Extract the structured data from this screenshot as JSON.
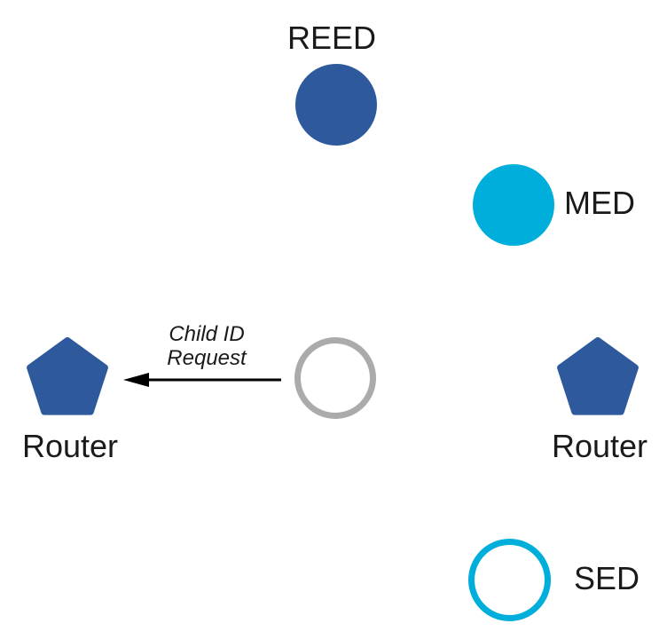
{
  "diagram": {
    "kind": "network-topology",
    "description": "Thread network device roles diagram with a Child ID Request message",
    "nodes": [
      {
        "id": "reed",
        "label": "REED",
        "shape": "circle",
        "style": "filled",
        "color": "#2E5A9D"
      },
      {
        "id": "med",
        "label": "MED",
        "shape": "circle",
        "style": "filled",
        "color": "#00AEDB"
      },
      {
        "id": "router-left",
        "label": "Router",
        "shape": "pentagon",
        "style": "filled",
        "color": "#2E5A9D"
      },
      {
        "id": "joining-device",
        "label": "",
        "shape": "circle",
        "style": "outline",
        "color": "#ABABAB"
      },
      {
        "id": "router-right",
        "label": "Router",
        "shape": "pentagon",
        "style": "filled",
        "color": "#2E5A9D"
      },
      {
        "id": "sed",
        "label": "SED",
        "shape": "circle",
        "style": "outline",
        "color": "#00AEDB"
      }
    ],
    "edges": [
      {
        "from": "joining-device",
        "to": "router-left",
        "label": "Child ID Request",
        "style": "arrow"
      }
    ]
  },
  "labels": {
    "reed": "REED",
    "med": "MED",
    "sed": "SED",
    "router_left": "Router",
    "router_right": "Router",
    "arrow_line1": "Child ID",
    "arrow_line2": "Request"
  },
  "colors": {
    "dark_blue": "#2E5A9D",
    "cyan": "#00AEDB",
    "gray_outline": "#ABABAB",
    "arrow_black": "#000000",
    "white": "#ffffff"
  }
}
